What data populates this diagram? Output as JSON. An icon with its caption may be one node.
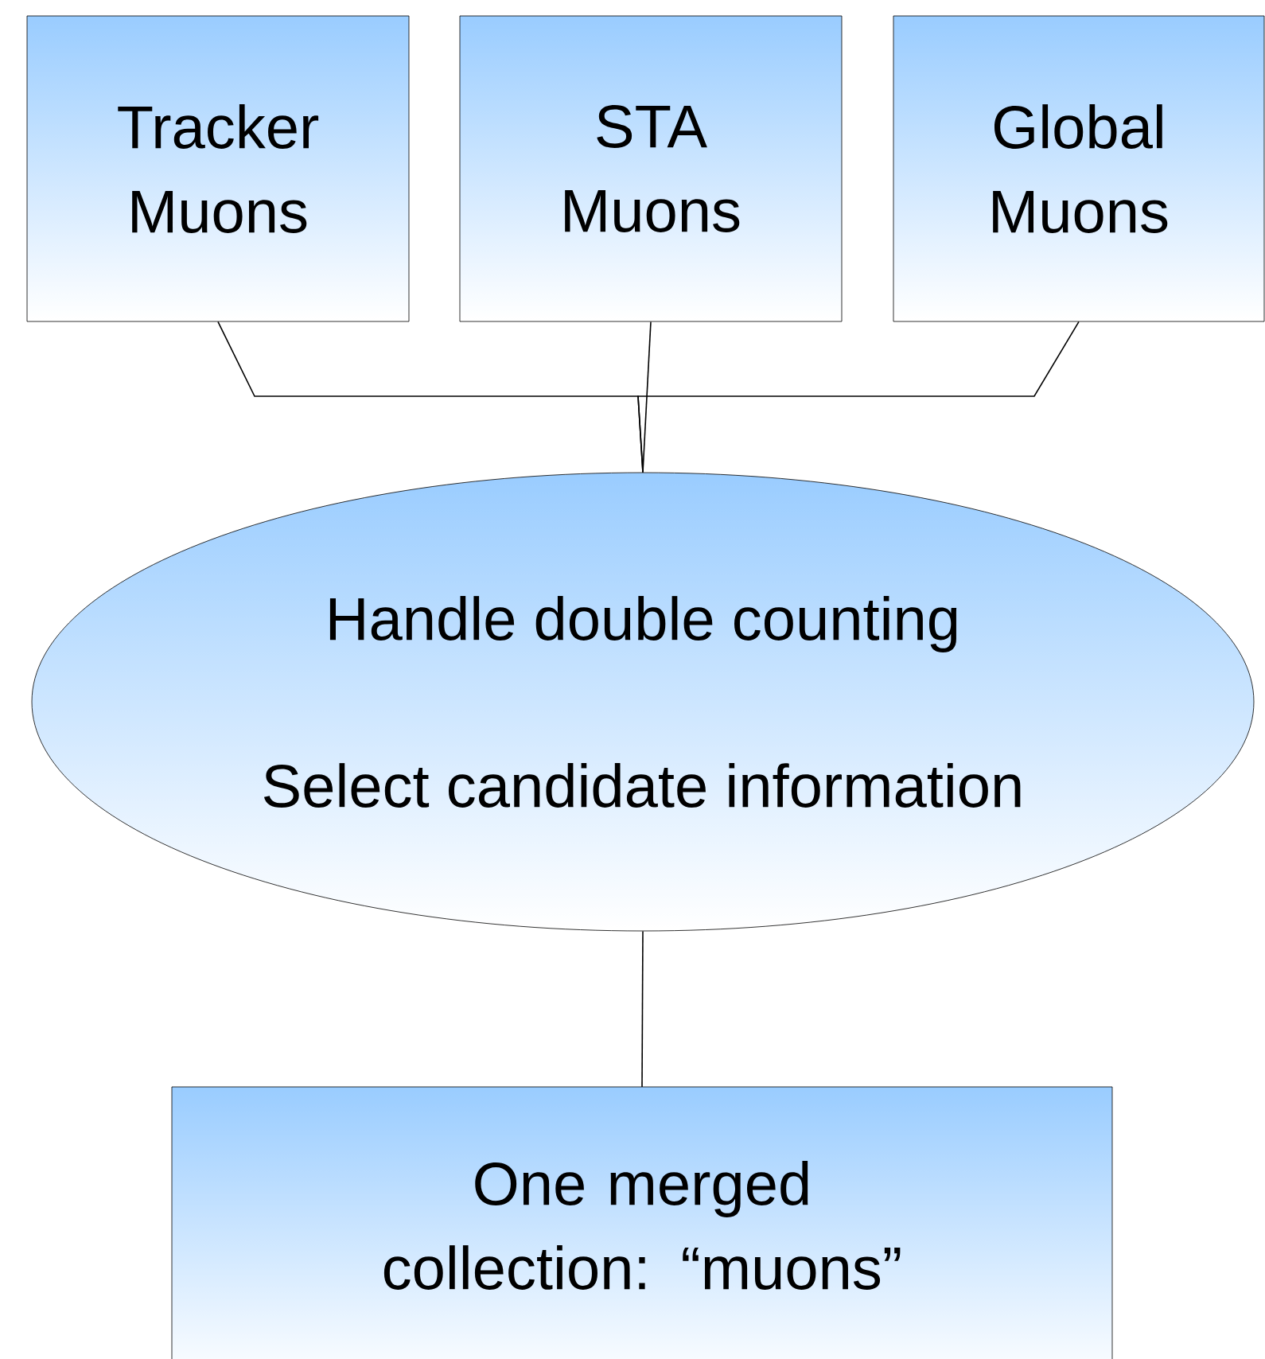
{
  "diagram": {
    "nodes": [
      {
        "text": [
          "Tracker Muons"
        ]
      },
      {
        "text": [
          "STA Muons"
        ]
      },
      {
        "text": [
          "Global Muons"
        ]
      },
      {
        "text": [
          "Handle double counting",
          "Select candidate information"
        ]
      },
      {
        "text": [
          "One merged collection: “muons”"
        ]
      }
    ],
    "edges": [
      {
        "from": 0,
        "to": 3,
        "arrow": "none"
      },
      {
        "from": 1,
        "to": 3,
        "arrow": "none"
      },
      {
        "from": 2,
        "to": 3,
        "arrow": "none"
      },
      {
        "from": 3,
        "to": 4,
        "arrow": "none"
      }
    ]
  }
}
